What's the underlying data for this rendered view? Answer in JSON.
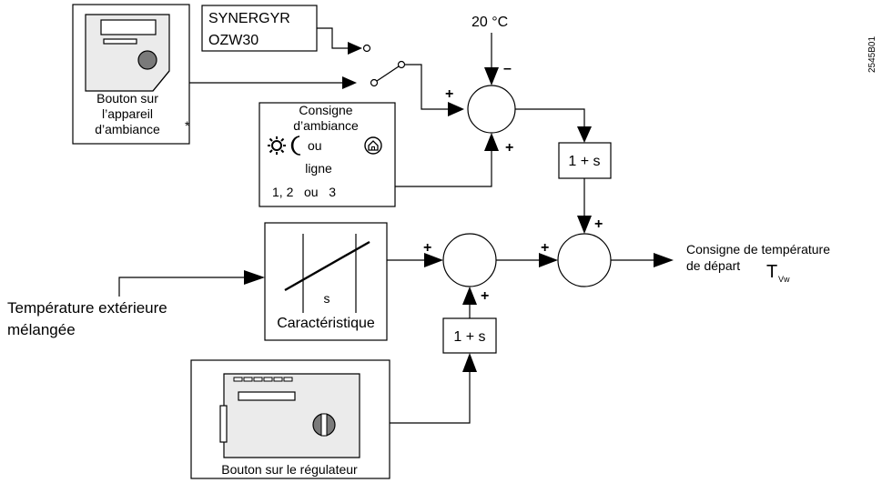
{
  "figure_id": "2545B01",
  "room_unit": {
    "label_lines": [
      "Bouton sur",
      "l’appareil",
      "d’ambiance"
    ],
    "footnote_mark": "*"
  },
  "synergyr": {
    "lines": [
      "SYNERGYR",
      "OZW30"
    ]
  },
  "fixed_setpoint": "20 °C",
  "room_setpoint": {
    "lines": [
      "Consigne",
      "d’ambiance"
    ],
    "or_word": "ou",
    "line_word": "ligne",
    "numbers": "1, 2   ou   3"
  },
  "lag_element_label": "1 + s",
  "characteristic": {
    "slope": "s",
    "label": "Caractéristique"
  },
  "outside_temp": {
    "lines": [
      "Température extérieure",
      "mélangée"
    ]
  },
  "output": {
    "lines": [
      "Consigne de température",
      "de départ"
    ],
    "symbol": "T",
    "subscript": "Vw"
  },
  "controller": {
    "label": "Bouton sur le régulateur"
  },
  "signs": {
    "plus": "+",
    "minus": "–"
  },
  "icons": [
    "sun-icon",
    "moon-icon",
    "home-icon",
    "knob-icon"
  ]
}
